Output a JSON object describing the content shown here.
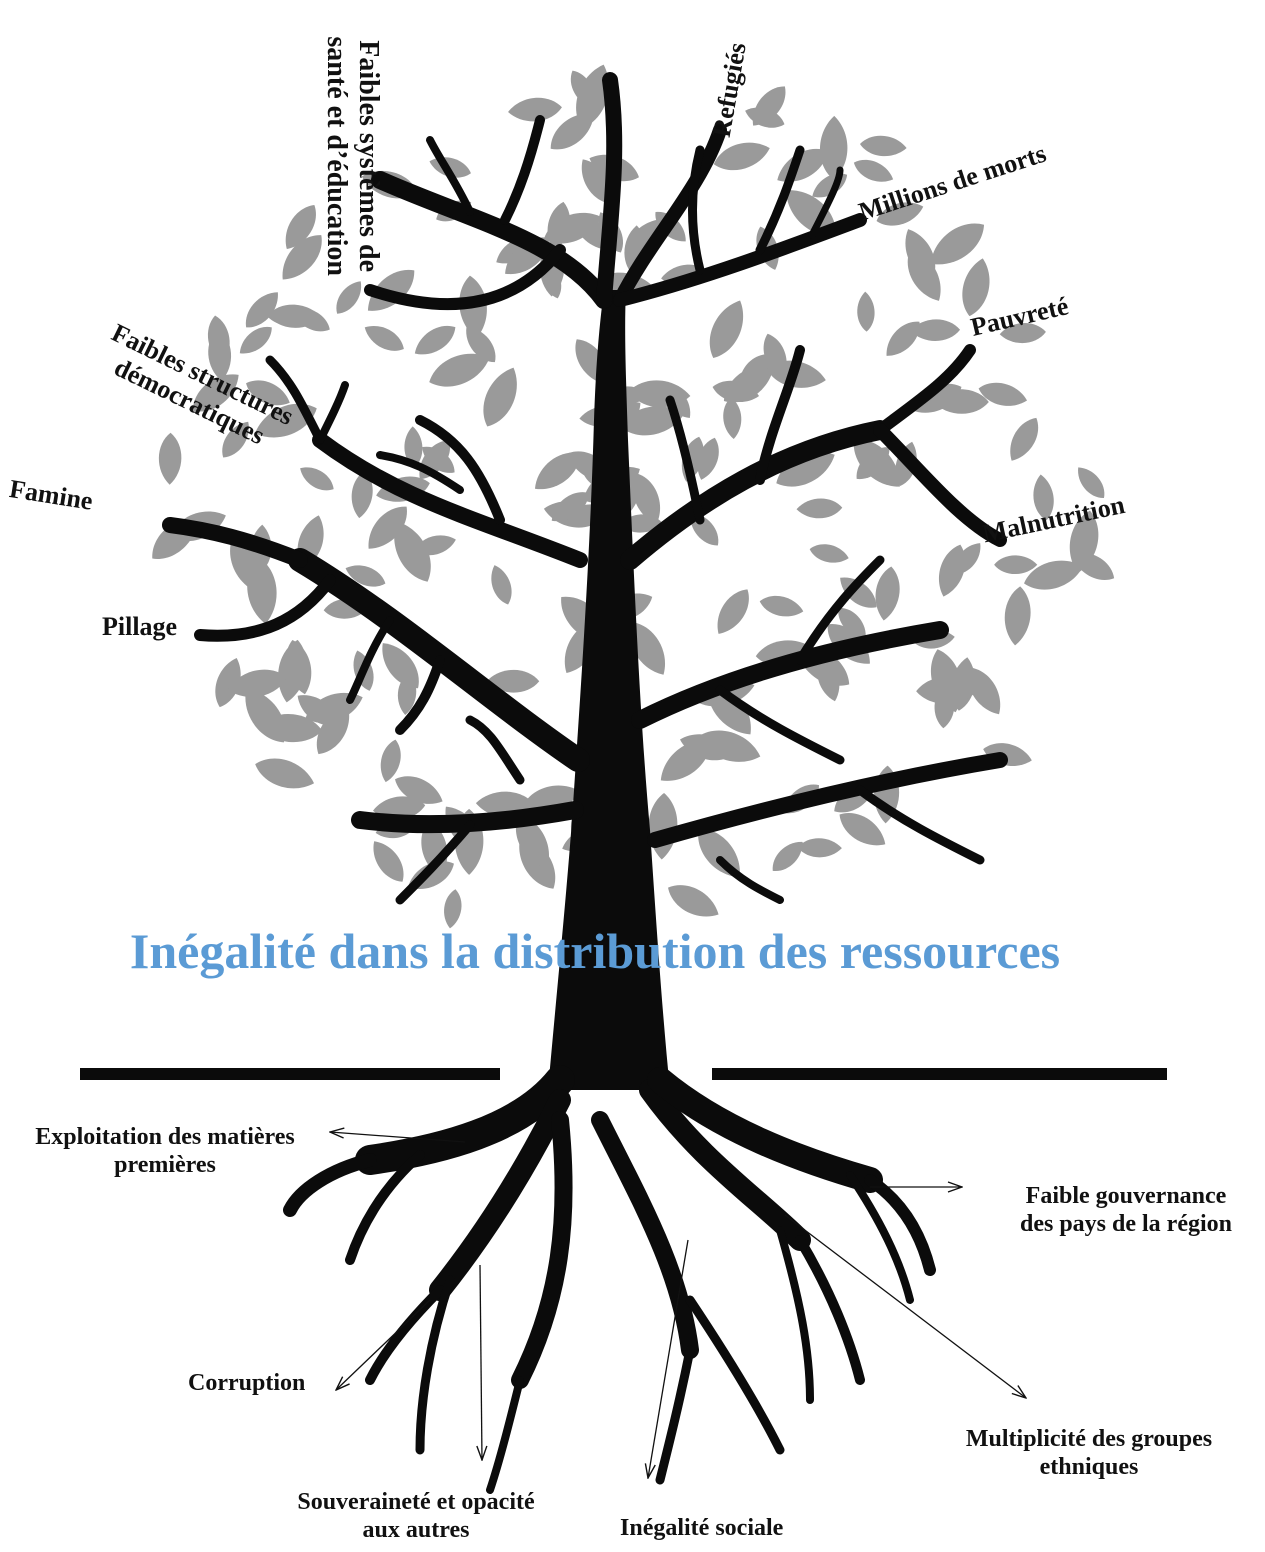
{
  "colors": {
    "trunk": "#0b0b0b",
    "leaf": "#9a9a9a",
    "title": "#5b9bd5",
    "text": "#111111"
  },
  "title": "Inégalité dans la distribution des ressources",
  "consequences": {
    "sante": [
      "Faibles systèmes de",
      "santé et d’éducation"
    ],
    "refugies": "Refugiés",
    "millions": "Millions de morts",
    "pauvrete": "Pauvreté",
    "democratie": [
      "Faibles structures",
      "démocratiques"
    ],
    "famine": "Famine",
    "malnutrition": "Malnutrition",
    "pillage": "Pillage"
  },
  "causes": {
    "exploitation": [
      "Exploitation des matières",
      "premières"
    ],
    "gouvernance": [
      "Faible gouvernance",
      "des pays de la région"
    ],
    "corruption": "Corruption",
    "ethniques": [
      "Multiplicité des groupes",
      "ethniques"
    ],
    "souverainete": [
      "Souveraineté et opacité",
      "aux autres"
    ],
    "inegalite_sociale": "Inégalité sociale"
  }
}
